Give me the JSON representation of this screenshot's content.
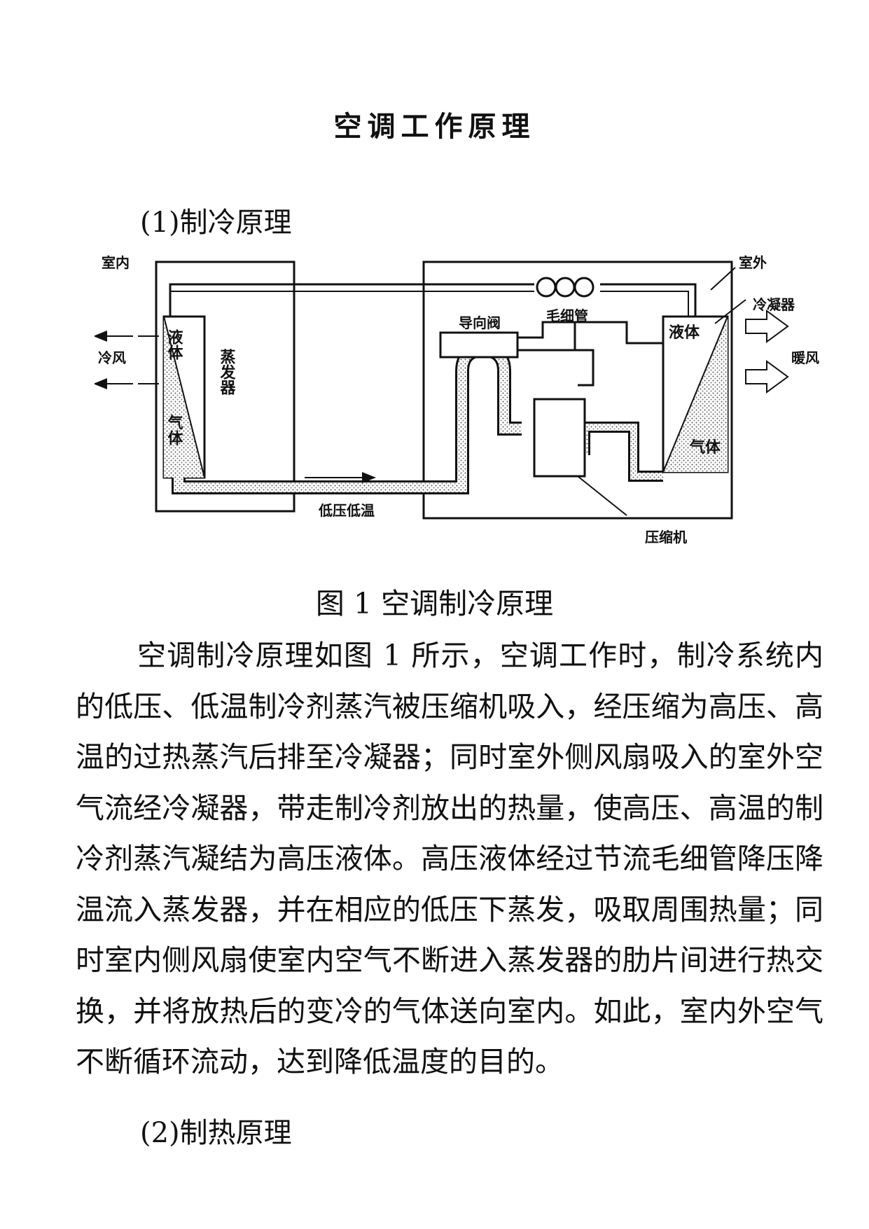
{
  "title": "空调工作原理",
  "section1": "(1)制冷原理",
  "figure": {
    "labels": {
      "indoor": "室内",
      "outdoor": "室外",
      "capillary": "毛细管",
      "condenser": "冷凝器",
      "valve": "导向阀",
      "liquid_left": "液体",
      "gas_left": "气体",
      "evaporator": "蒸发器",
      "cold_wind": "冷风",
      "liquid_right": "液体",
      "gas_right": "气体",
      "warm_wind": "暖风",
      "low_pressure": "低压低温",
      "compressor": "压缩机"
    }
  },
  "caption": "图 1  空调制冷原理",
  "paragraph": "空调制冷原理如图 1 所示，空调工作时，制冷系统内的低压、低温制冷剂蒸汽被压缩机吸入，经压缩为高压、高温的过热蒸汽后排至冷凝器；同时室外侧风扇吸入的室外空气流经冷凝器，带走制冷剂放出的热量，使高压、高温的制冷剂蒸汽凝结为高压液体。高压液体经过节流毛细管降压降温流入蒸发器，并在相应的低压下蒸发，吸取周围热量；同时室内侧风扇使室内空气不断进入蒸发器的肋片间进行热交换，并将放热后的变冷的气体送向室内。如此，室内外空气不断循环流动，达到降低温度的目的。",
  "section2": "(2)制热原理"
}
